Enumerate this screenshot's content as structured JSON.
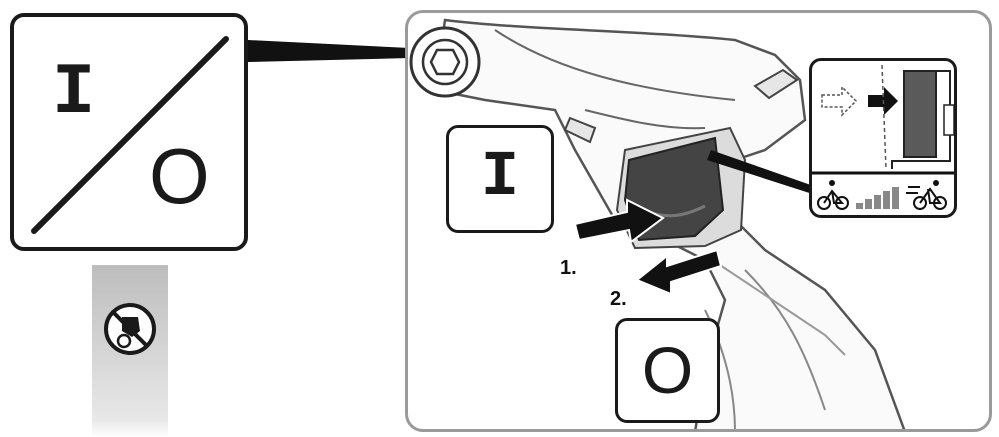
{
  "diagram": {
    "legend_symbol": {
      "on_glyph": "I",
      "off_glyph": "O",
      "icon": "on-off-slash-icon"
    },
    "warning_strip": {
      "icon": "no-touch-rotating-icon"
    },
    "detail": {
      "on_label": "I",
      "off_label": "O",
      "steps": [
        {
          "number": "1.",
          "icon": "push-arrow-icon"
        },
        {
          "number": "2.",
          "icon": "pull-arrow-icon"
        }
      ],
      "inset": {
        "icons": [
          "dashed-arrow-icon",
          "solid-arrow-icon",
          "slow-bike-icon",
          "speed-ramp-icon",
          "fast-bike-icon"
        ]
      }
    },
    "colors": {
      "line": "#1a1a1a",
      "frame": "#9a9a9a",
      "trigger": "#444444",
      "strip": "#c4c4c4"
    }
  }
}
